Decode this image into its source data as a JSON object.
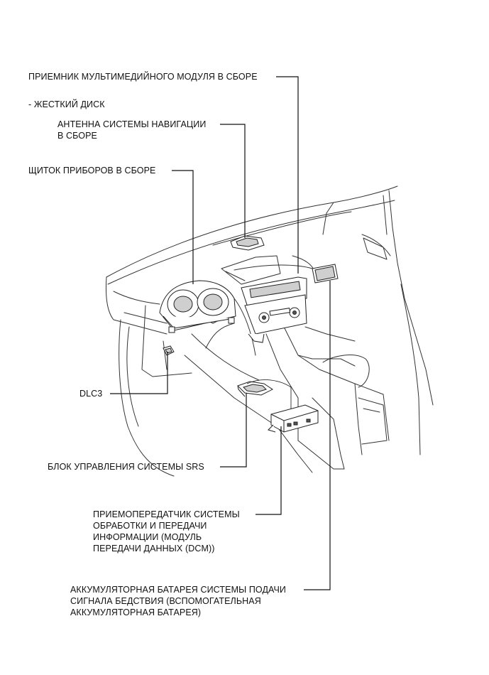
{
  "labels": {
    "multimedia_receiver": "ПРИЕМНИК МУЛЬТИМЕДИЙНОГО МОДУЛЯ В СБОРЕ",
    "hard_disk": "- ЖЕСТКИЙ ДИСК",
    "nav_antenna_line1": "АНТЕННА СИСТЕМЫ НАВИГАЦИИ",
    "nav_antenna_line2": "В СБОРЕ",
    "instrument_cluster": "ЩИТОК ПРИБОРОВ В СБОРЕ",
    "dlc3": "DLC3",
    "srs_unit": "БЛОК УПРАВЛЕНИЯ СИСТЕМЫ SRS",
    "dcm_line1": "ПРИЕМОПЕРЕДАТЧИК СИСТЕМЫ",
    "dcm_line2": "ОБРАБОТКИ И ПЕРЕДАЧИ",
    "dcm_line3": "ИНФОРМАЦИИ (МОДУЛЬ",
    "dcm_line4": "ПЕРЕДАЧИ ДАННЫХ (DCM))",
    "battery_line1": "АККУМУЛЯТОРНАЯ БАТАРЕЯ СИСТЕМЫ ПОДАЧИ",
    "battery_line2": "СИГНАЛА БЕДСТВИЯ (ВСПОМОГАТЕЛЬНАЯ",
    "battery_line3": "АККУМУЛЯТОРНАЯ БАТАРЕЯ)"
  }
}
